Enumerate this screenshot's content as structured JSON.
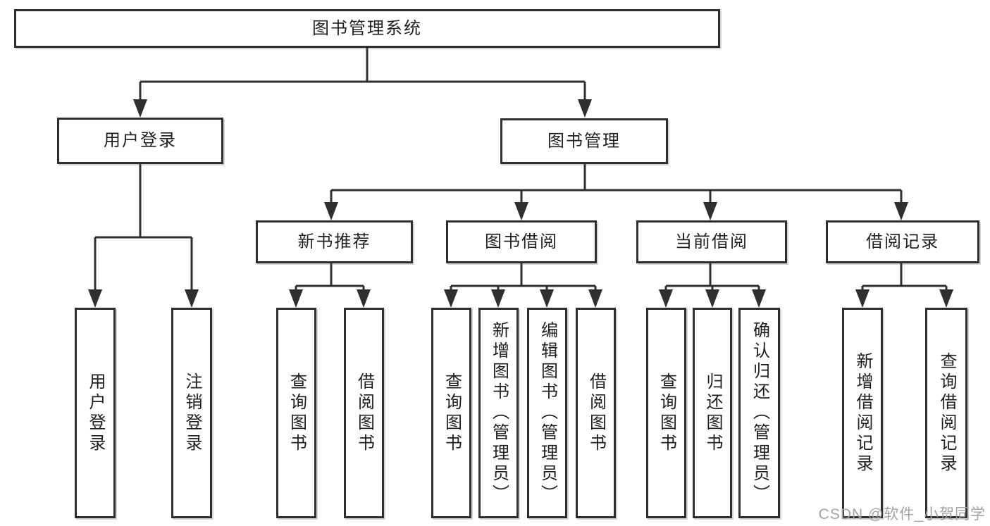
{
  "tree": {
    "root": "图书管理系统",
    "branches": [
      {
        "label": "用户登录",
        "children": [
          "用户登录",
          "注销登录"
        ]
      },
      {
        "label": "图书管理",
        "groups": [
          {
            "label": "新书推荐",
            "children": [
              "查询图书",
              "借阅图书"
            ]
          },
          {
            "label": "图书借阅",
            "children": [
              "查询图书",
              "新增图书（管理员）",
              "编辑图书（管理员）",
              "借阅图书"
            ]
          },
          {
            "label": "当前借阅",
            "children": [
              "查询图书",
              "归还图书",
              "确认归还（管理员）"
            ]
          },
          {
            "label": "借阅记录",
            "children": [
              "新增借阅记录",
              "查询借阅记录"
            ]
          }
        ]
      }
    ]
  },
  "watermark": "CSDN @软件_小贺同学",
  "colors": {
    "line": "#2f2f2f",
    "box_border": "#2e2e2e",
    "text": "#1f1f1f",
    "watermark": "#a3a3a3",
    "background": "#ffffff"
  }
}
